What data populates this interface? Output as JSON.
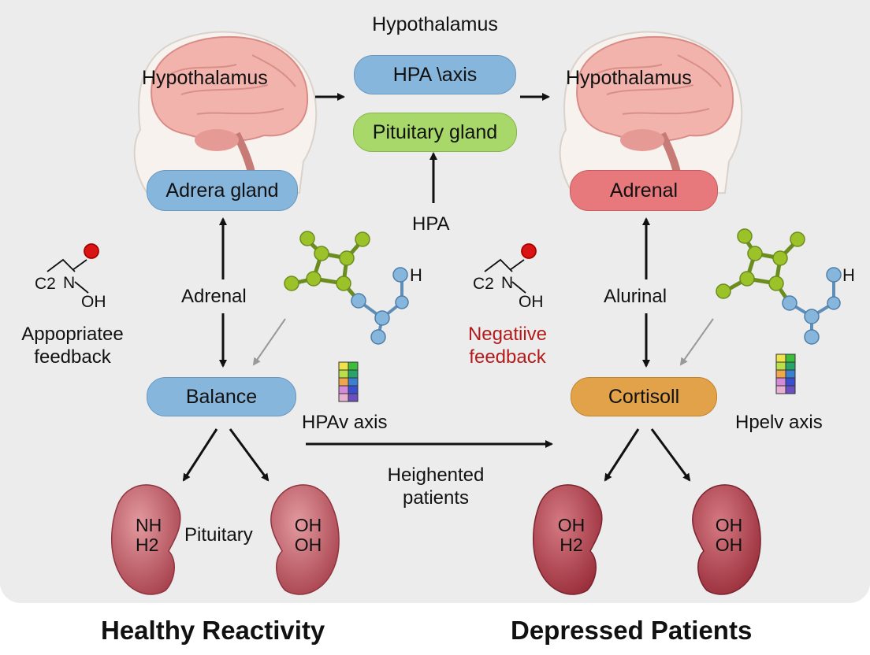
{
  "title_top": "Hypothalamus",
  "center": {
    "hpa_axis_box": "HPA \\axis",
    "pituitary_box": "Pituitary gland",
    "hpa_label": "HPA",
    "hpav_axis": "HPAv axis",
    "heightened": "Heighented\npatients"
  },
  "left": {
    "head_label": "Hypothalamus",
    "gland_box": "Adrera gland",
    "arrow_label": "Adrenal",
    "state_box": "Balance",
    "feedback": "Appopriatee\nfeedback",
    "chem_c2": "C2",
    "chem_n": "N",
    "chem_oh": "OH",
    "kidney_left": "NH\nH2",
    "kidney_mid_label": "Pituitary",
    "kidney_right": "OH\nOH",
    "caption": "Healthy Reactivity"
  },
  "right": {
    "head_label": "Hypothalamus",
    "gland_box": "Adrenal",
    "arrow_label": "Alurinal",
    "state_box": "Cortisoll",
    "feedback": "Negatiive\nfeedback",
    "chem_c2": "C2",
    "chem_n": "N",
    "chem_oh": "OH",
    "axis_label": "Hpelv axis",
    "kidney_left": "OH\nH2",
    "kidney_right": "OH\nOH",
    "caption": "Depressed Patients"
  },
  "molecule_h": "H",
  "colors": {
    "blue_box": "#86b6dc",
    "green_box": "#a9d86a",
    "red_box": "#e7787b",
    "orange_box": "#e1a24a",
    "negative_feedback": "#b31b1b",
    "kidney": "#b9515c",
    "brain": "#f2b3ad"
  }
}
